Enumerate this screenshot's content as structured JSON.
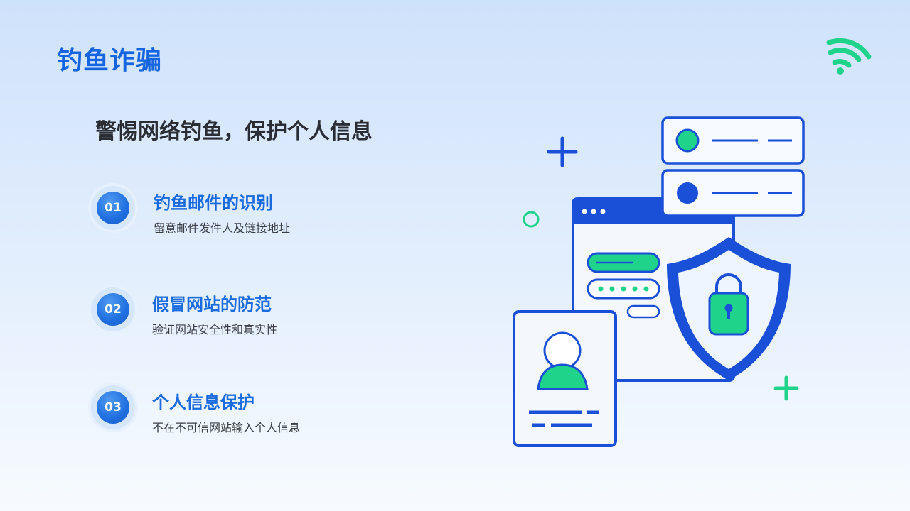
{
  "slide": {
    "title": "钓鱼诈骗",
    "subtitle": "警惕网络钓鱼，保护个人信息",
    "wifi_icon": "wifi-icon",
    "items": [
      {
        "number": "01",
        "title": "钓鱼邮件的识别",
        "description": "留意邮件发件人及链接地址"
      },
      {
        "number": "02",
        "title": "假冒网站的防范",
        "description": "验证网站安全性和真实性"
      },
      {
        "number": "03",
        "title": "个人信息保护",
        "description": "不在不可信网站输入个人信息"
      }
    ]
  },
  "illustration": {
    "icons": [
      "browser-window-icon",
      "profile-card-icon",
      "shield-lock-icon",
      "server-icon",
      "plus-icon",
      "circle-icon"
    ]
  },
  "colors": {
    "primary_blue": "#1a4fd8",
    "accent_green": "#1fd38a",
    "title_blue": "#1565e0",
    "text_dark": "#2a2d33"
  }
}
